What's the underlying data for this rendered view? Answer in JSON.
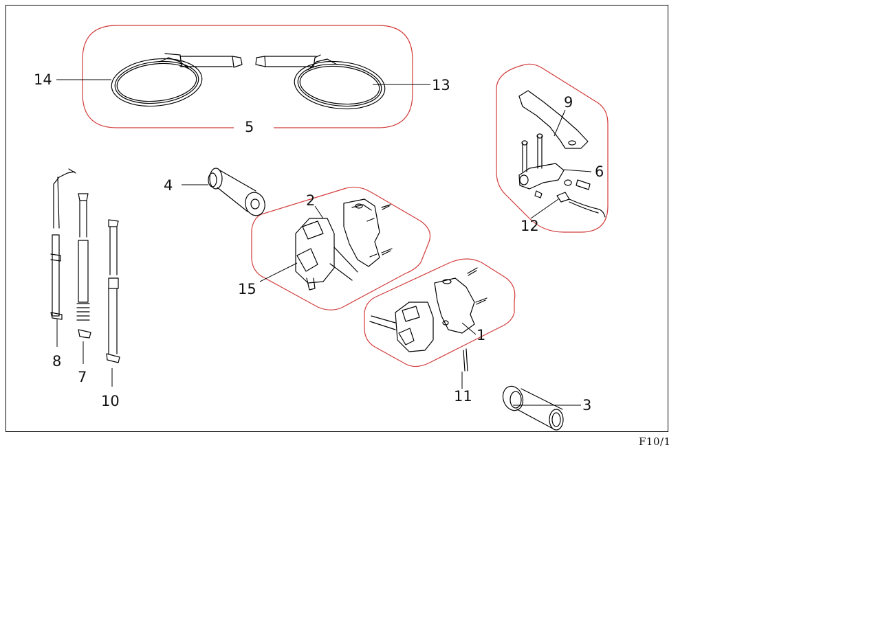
{
  "callouts": {
    "c1": "1",
    "c2": "2",
    "c3": "3",
    "c4": "4",
    "c5": "5",
    "c6": "6",
    "c7": "7",
    "c8": "8",
    "c9": "9",
    "c10": "10",
    "c11": "11",
    "c12": "12",
    "c13": "13",
    "c14": "14",
    "c15": "15"
  },
  "page_code": "F10/1",
  "colors": {
    "group_outline": "#d23a3a",
    "line_art": "#000000",
    "background": "#ffffff"
  }
}
